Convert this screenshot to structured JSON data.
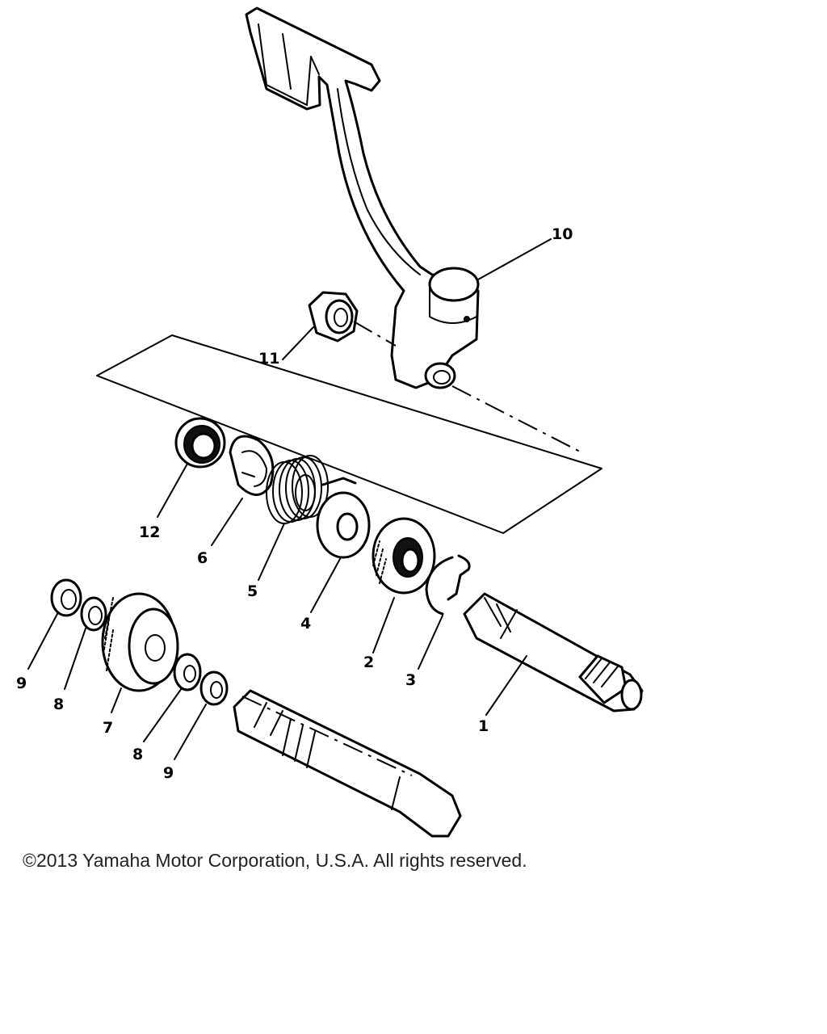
{
  "labels": {
    "l1": "1",
    "l2": "2",
    "l3": "3",
    "l4": "4",
    "l5": "5",
    "l6": "6",
    "l7": "7",
    "l8a": "8",
    "l8b": "8",
    "l9a": "9",
    "l9b": "9",
    "l10": "10",
    "l11": "11",
    "l12": "12"
  },
  "footer": {
    "copyright": "©2013 Yamaha Motor Corporation, U.S.A. All rights reserved."
  }
}
